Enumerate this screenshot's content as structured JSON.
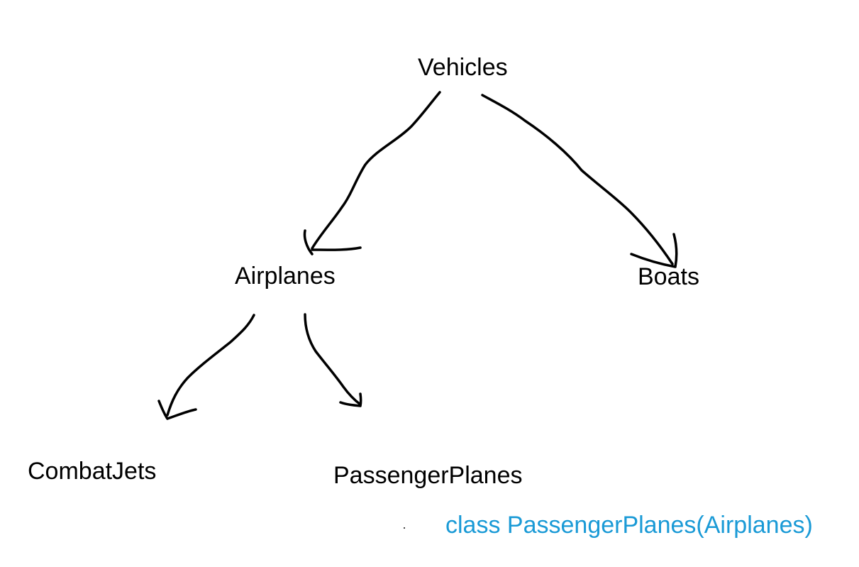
{
  "nodes": {
    "vehicles": "Vehicles",
    "airplanes": "Airplanes",
    "boats": "Boats",
    "combat_jets": "CombatJets",
    "passenger_planes": "PassengerPlanes"
  },
  "code_line": "class PassengerPlanes(Airplanes)",
  "colors": {
    "text": "#000000",
    "code": "#1a9ad6",
    "arrow": "#000000"
  }
}
